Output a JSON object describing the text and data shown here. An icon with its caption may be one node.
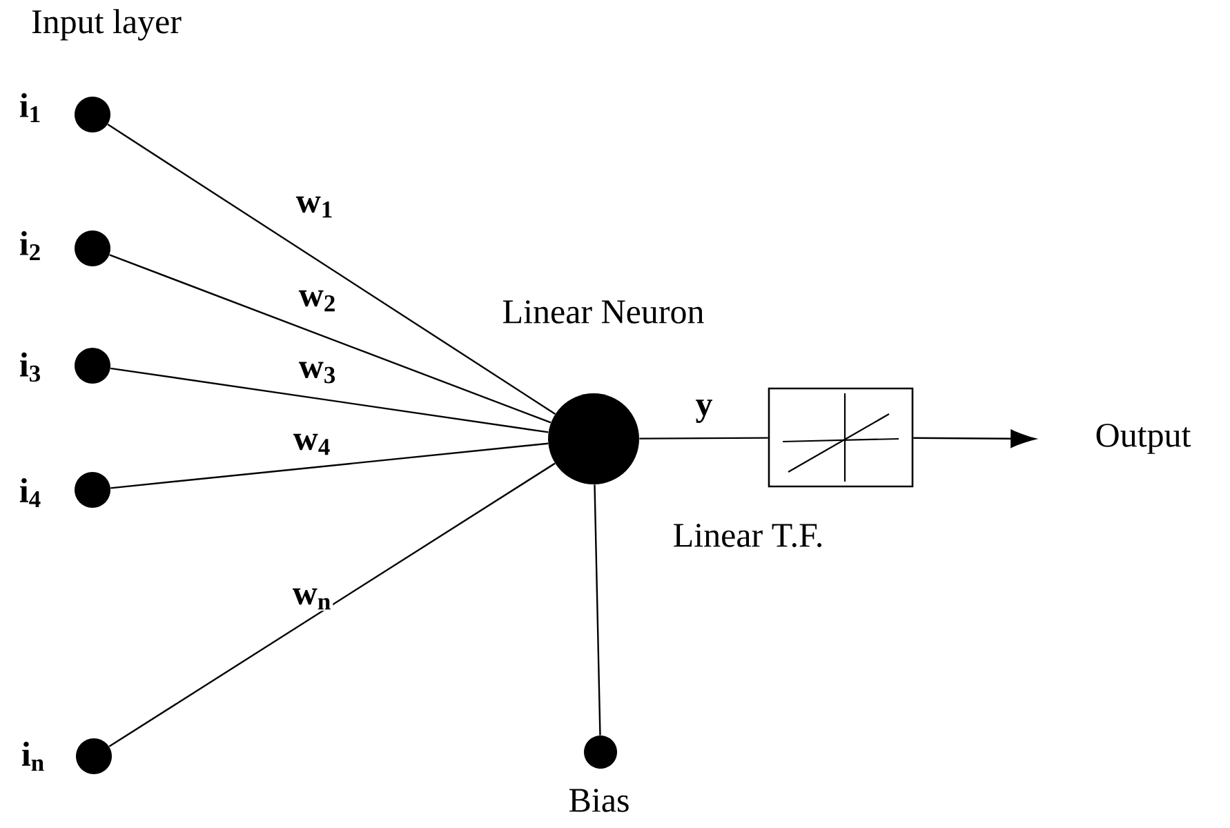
{
  "diagram": {
    "nodes": [
      {
        "text": [],
        "shape": "circle",
        "beside": [
          "i$_{1}$"
        ]
      },
      {
        "text": [],
        "shape": "circle",
        "beside": [
          "i$_{2}$"
        ]
      },
      {
        "text": [],
        "shape": "circle",
        "beside": [
          "i$_{3}$"
        ]
      },
      {
        "text": [],
        "shape": "circle",
        "beside": [
          "i$_{4}$"
        ]
      },
      {
        "text": [],
        "shape": "circle",
        "beside": [
          "i$_{n}$"
        ]
      },
      {
        "text": [],
        "shape": "circle",
        "beside": [
          "Linear Neuron"
        ]
      },
      {
        "text": [],
        "shape": "circle",
        "beside": [
          "Bias"
        ]
      },
      {
        "text": [],
        "shape": "box",
        "beside": [
          "Linear T.F."
        ]
      },
      {
        "text": [
          "Output"
        ]
      }
    ],
    "edges": [
      {
        "from": 0,
        "to": 5,
        "arrow": "none",
        "label": "w$_{1}$"
      },
      {
        "from": 1,
        "to": 5,
        "arrow": "none",
        "label": "w$_{2}$"
      },
      {
        "from": 2,
        "to": 5,
        "arrow": "none",
        "label": "w$_{3}$"
      },
      {
        "from": 3,
        "to": 5,
        "arrow": "none",
        "label": "w$_{4}$"
      },
      {
        "from": 4,
        "to": 5,
        "arrow": "none",
        "label": "w$_{n}$"
      },
      {
        "from": 6,
        "to": 5,
        "arrow": "none"
      },
      {
        "from": 5,
        "to": 7,
        "arrow": "none",
        "label": "y"
      },
      {
        "from": 7,
        "to": 8,
        "arrow": "to"
      }
    ],
    "labels": [
      "Input layer"
    ]
  }
}
